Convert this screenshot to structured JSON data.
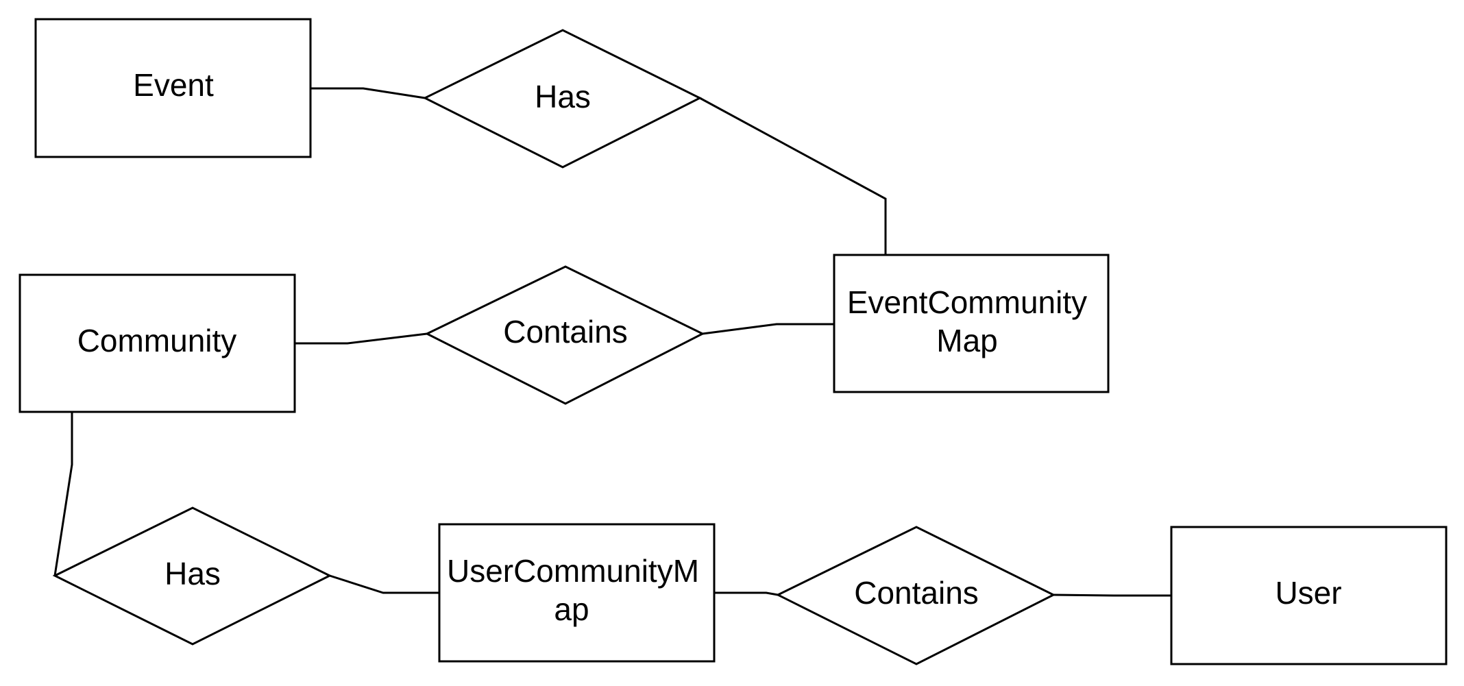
{
  "entities": {
    "event": {
      "label": "Event"
    },
    "community": {
      "label": "Community"
    },
    "event_community_map": {
      "line1": "EventCommunity",
      "line2": "Map"
    },
    "user_community_map": {
      "line1": "UserCommunityM",
      "line2": "ap"
    },
    "user": {
      "label": "User"
    }
  },
  "relationships": {
    "event_has": {
      "label": "Has"
    },
    "community_contains": {
      "label": "Contains"
    },
    "community_has": {
      "label": "Has"
    },
    "user_contains": {
      "label": "Contains"
    }
  }
}
